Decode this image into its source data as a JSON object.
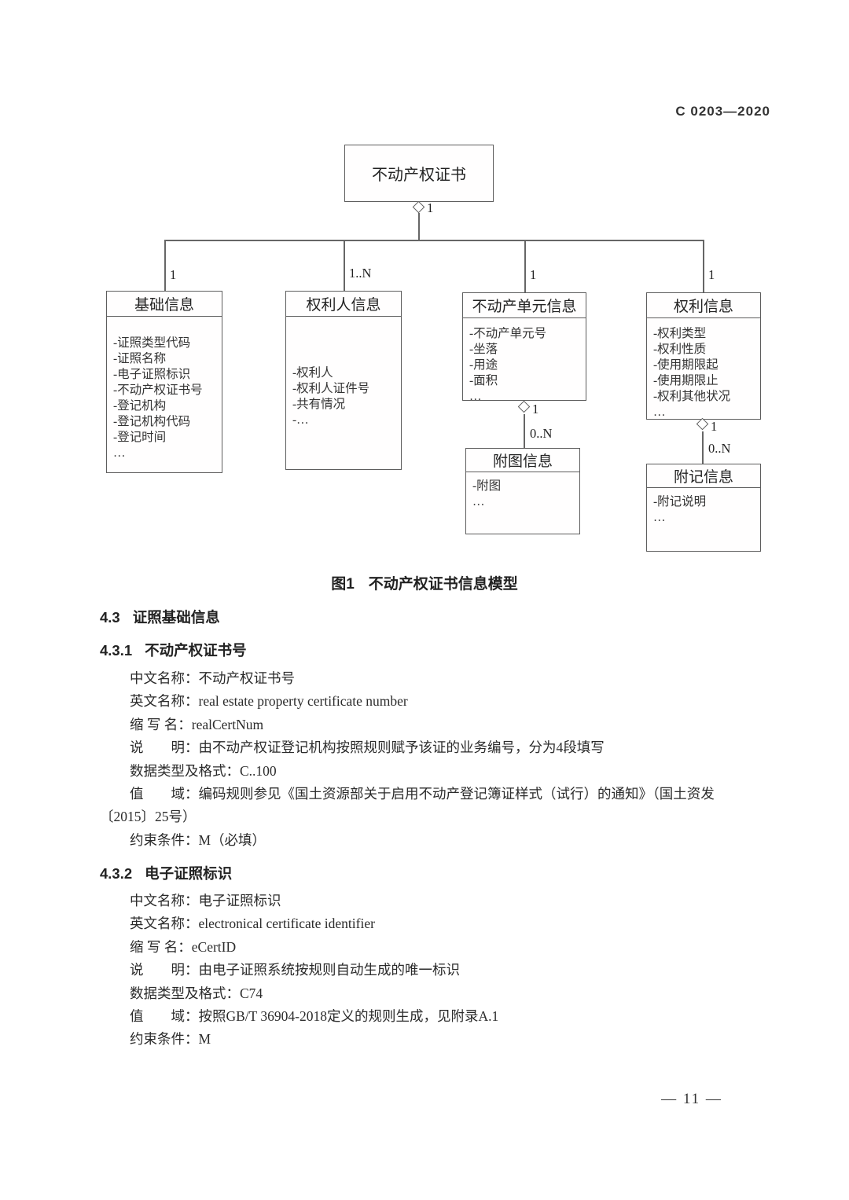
{
  "page": {
    "doc_number": "C 0203—2020",
    "page_number": "— 11 —"
  },
  "figure": {
    "root": {
      "title": "不动产权证书",
      "mult": "1"
    },
    "classes": [
      {
        "title": "基础信息",
        "mult": "1",
        "attrs": [
          "-证照类型代码",
          "-证照名称",
          "-电子证照标识",
          "-不动产权证书号",
          "-登记机构",
          "-登记机构代码",
          "-登记时间",
          "…"
        ]
      },
      {
        "title": "权利人信息",
        "mult": "1..N",
        "attrs": [
          "-权利人",
          "-权利人证件号",
          "-共有情况",
          "-…"
        ]
      },
      {
        "title": "不动产单元信息",
        "mult": "1",
        "attrs": [
          "-不动产单元号",
          "-坐落",
          "-用途",
          "-面积",
          "…"
        ]
      },
      {
        "title": "权利信息",
        "mult": "1",
        "attrs": [
          "-权利类型",
          "-权利性质",
          "-使用期限起",
          "-使用期限止",
          "-权利其他状况",
          "…"
        ]
      }
    ],
    "subclasses": [
      {
        "title": "附图信息",
        "src_mult": "1",
        "dst_mult": "0..N",
        "attrs": [
          "-附图",
          "…"
        ]
      },
      {
        "title": "附记信息",
        "src_mult": "1",
        "dst_mult": "0..N",
        "attrs": [
          "-附记说明",
          "…"
        ]
      }
    ],
    "caption": {
      "label": "图1",
      "text": "不动产权证书信息模型"
    }
  },
  "s43": {
    "number": "4.3",
    "title": "证照基础信息"
  },
  "s431": {
    "number": "4.3.1",
    "title": "不动产权证书号",
    "lines": [
      "中文名称：不动产权证书号",
      "英文名称：real estate property certificate number",
      "缩 写 名：realCertNum",
      "说　　明：由不动产权证登记机构按照规则赋予该证的业务编号，分为4段填写",
      "数据类型及格式：C..100",
      "值　　域：编码规则参见《国土资源部关于启用不动产登记簿证样式（试行）的通知》（国土资发",
      "〔2015〕25号）",
      "约束条件：M（必填）"
    ]
  },
  "s432": {
    "number": "4.3.2",
    "title": "电子证照标识",
    "lines": [
      "中文名称：电子证照标识",
      "英文名称：electronical certificate identifier",
      "缩 写 名：eCertID",
      "说　　明：由电子证照系统按规则自动生成的唯一标识",
      "数据类型及格式：C74",
      "值　　域：按照GB/T 36904-2018定义的规则生成，见附录A.1",
      "约束条件：M"
    ]
  }
}
